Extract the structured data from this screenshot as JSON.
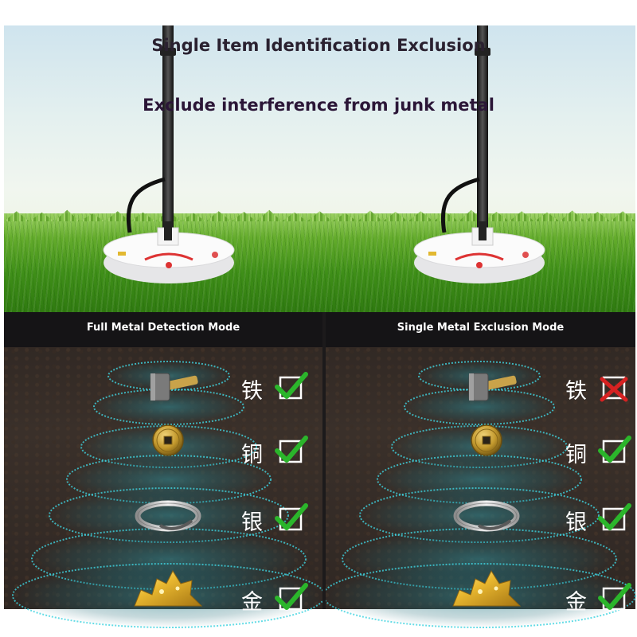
{
  "title": "Single Item Identification Exclusion",
  "subtitle": "Exclude interference from junk metal",
  "modes": [
    {
      "label": "Full Metal Detection Mode",
      "items": [
        {
          "name": "铁",
          "object": "hammer-icon",
          "status": "check"
        },
        {
          "name": "铜",
          "object": "coin-icon",
          "status": "check"
        },
        {
          "name": "银",
          "object": "ring-icon",
          "status": "check"
        },
        {
          "name": "金",
          "object": "gold-nugget-icon",
          "status": "check"
        }
      ]
    },
    {
      "label": "Single Metal Exclusion Mode",
      "items": [
        {
          "name": "铁",
          "object": "hammer-icon",
          "status": "cross"
        },
        {
          "name": "铜",
          "object": "coin-icon",
          "status": "check"
        },
        {
          "name": "银",
          "object": "ring-icon",
          "status": "check"
        },
        {
          "name": "金",
          "object": "gold-nugget-icon",
          "status": "check"
        }
      ]
    }
  ],
  "colors": {
    "check": "#2bb52b",
    "cross": "#d62222",
    "ring": "#3fd3e0",
    "soil_header": "#151416"
  }
}
